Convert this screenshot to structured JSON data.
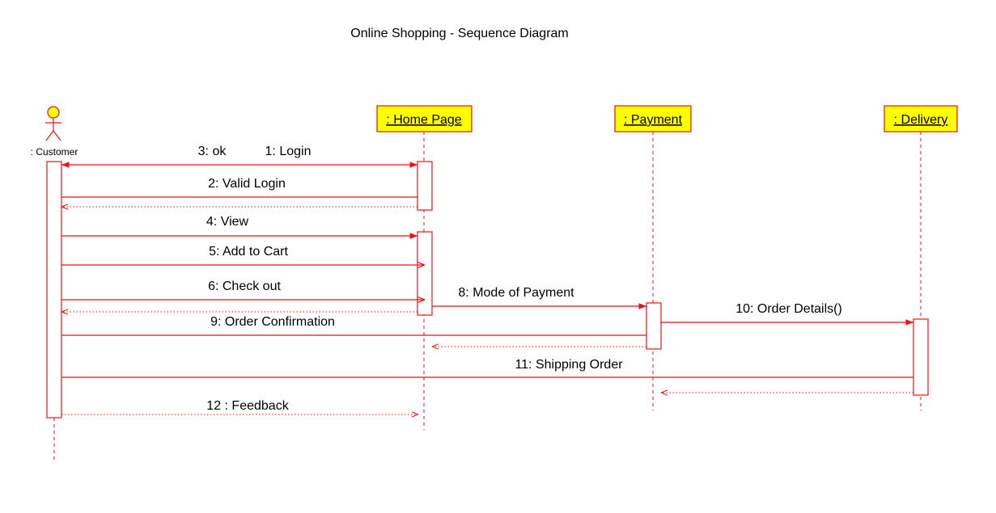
{
  "title": "Online Shopping - Sequence Diagram",
  "colors": {
    "line": "#ee1111",
    "object_fill": "#ffff00",
    "actor_fill": "#ffff00"
  },
  "actor": {
    "label": ": Customer"
  },
  "objects": [
    {
      "id": "home",
      "label": " : Home Page"
    },
    {
      "id": "payment",
      "label": " : Payment"
    },
    {
      "id": "delivery",
      "label": " : Delivery"
    }
  ],
  "messages": [
    {
      "label": "3: ok"
    },
    {
      "label": "1: Login"
    },
    {
      "label": "2: Valid Login"
    },
    {
      "label": "4: View"
    },
    {
      "label": "5: Add to Cart"
    },
    {
      "label": "6: Check out"
    },
    {
      "label": "8: Mode of Payment"
    },
    {
      "label": "9: Order Confirmation"
    },
    {
      "label": "10: Order Details()"
    },
    {
      "label": "11: Shipping Order"
    },
    {
      "label": "12 : Feedback"
    }
  ]
}
